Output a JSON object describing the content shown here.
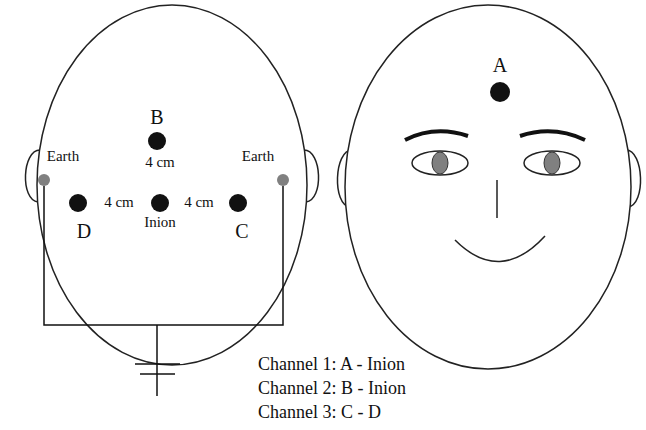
{
  "diagram": {
    "labels": [
      "Earth",
      "B",
      "Earth",
      "4 cm",
      "4 cm",
      "4 cm",
      "D",
      "Inion",
      "C",
      "A",
      "Channel 1: A - Inion",
      "Channel 2: B - Inion",
      "Channel 3: C - D"
    ]
  }
}
